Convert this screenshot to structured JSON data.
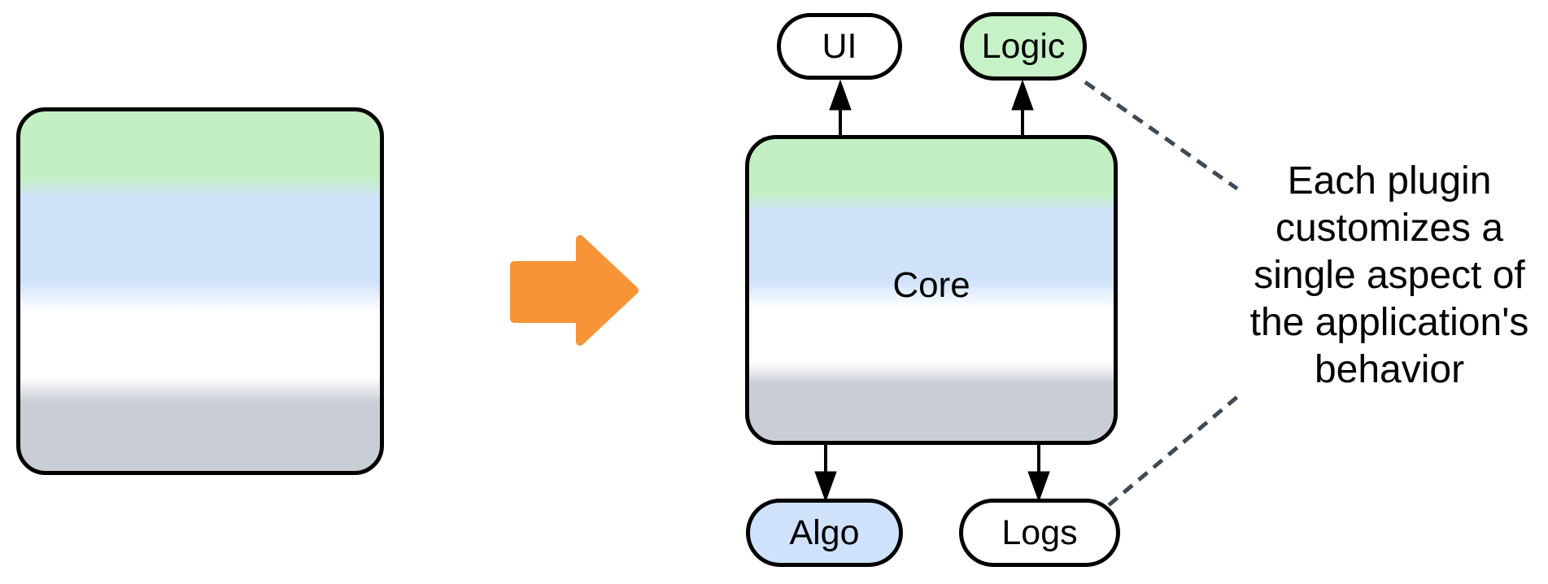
{
  "diagram": {
    "description": "Monolithic block refactored into a Core with plugins",
    "monolith_block": {
      "shape": "rounded-rectangle",
      "fill": "banded-gradient"
    },
    "transform_arrow": {
      "direction": "right",
      "color": "#f79438"
    },
    "core": {
      "label": "Core",
      "fill": "banded-gradient"
    },
    "plugins": [
      {
        "label": "UI",
        "position": "top-left",
        "fill": "#ffffff"
      },
      {
        "label": "Logic",
        "position": "top-right",
        "fill": "#c7f1c6"
      },
      {
        "label": "Algo",
        "position": "bottom-left",
        "fill": "#cfe2fb"
      },
      {
        "label": "Logs",
        "position": "bottom-right",
        "fill": "#ffffff"
      }
    ],
    "annotation": {
      "text": "Each plugin customizes a single aspect of the application's behavior",
      "lines": [
        "Each plugin",
        "customizes a",
        "single aspect of",
        "the application's",
        "behavior"
      ]
    },
    "colors": {
      "band_green": "#c3f0c2",
      "band_blue": "#cfe2fa",
      "band_white": "#ffffff",
      "band_gray": "#c9ced6",
      "outline": "#000000",
      "connector": "#000000",
      "leader_line": "#3e4a55",
      "transform_arrow": "#f79438",
      "background": "#ffffff"
    }
  }
}
